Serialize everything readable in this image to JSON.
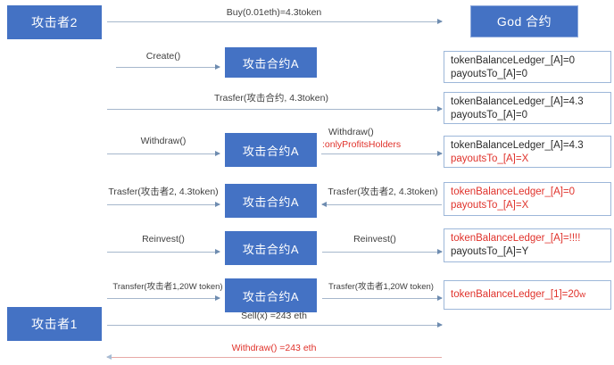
{
  "diagram": {
    "title": "God 合约 reentrancy attack sequence",
    "colors": {
      "box_fill": "#4472C4",
      "box_text": "#ffffff",
      "state_border": "#9DB7D9",
      "arrow": "#A6B7CC",
      "arrow_head": "#6E8CB0",
      "alert_text": "#E0322B"
    },
    "actors": [
      {
        "id": "attacker2",
        "label": "攻击者2"
      },
      {
        "id": "god",
        "label": "God 合约"
      },
      {
        "id": "attacker1",
        "label": "攻击者1"
      }
    ],
    "contracts": [
      {
        "id": "contractA-1",
        "label": "攻击合约A"
      },
      {
        "id": "contractA-2",
        "label": "攻击合约A"
      },
      {
        "id": "contractA-3",
        "label": "攻击合约A"
      },
      {
        "id": "contractA-4",
        "label": "攻击合约A"
      },
      {
        "id": "contractA-5",
        "label": "攻击合约A"
      },
      {
        "id": "contractA-6",
        "label": "攻击合约A"
      }
    ],
    "messages": {
      "buy": "Buy(0.01eth)=4.3token",
      "create": "Create()",
      "transfer_contract": "Trasfer(攻击合约, 4.3token)",
      "withdraw_left": "Withdraw()",
      "withdraw_right_line1": "Withdraw()",
      "withdraw_right_line2": ":onlyProfitsHolders",
      "transfer_attacker2_left": "Trasfer(攻击者2, 4.3token)",
      "transfer_attacker2_right": "Trasfer(攻击者2, 4.3token)",
      "reinvest_left": "Reinvest()",
      "reinvest_right": "Reinvest()",
      "transfer_attacker1_left": "Transfer(攻击者1,20W token)",
      "transfer_attacker1_right": "Trasfer(攻击者1,20W token)",
      "sell": "Sell(x) =243 eth",
      "withdraw_final": "Withdraw() =243 eth"
    },
    "states": [
      {
        "id": "state-1",
        "line1": "tokenBalanceLedger_[A]=0",
        "line1_alert": false,
        "line2": "payoutsTo_[A]=0",
        "line2_alert": false
      },
      {
        "id": "state-2",
        "line1": "tokenBalanceLedger_[A]=4.3",
        "line1_alert": false,
        "line2": "payoutsTo_[A]=0",
        "line2_alert": false
      },
      {
        "id": "state-3",
        "line1": "tokenBalanceLedger_[A]=4.3",
        "line1_alert": false,
        "line2": "payoutsTo_[A]=X",
        "line2_alert": true
      },
      {
        "id": "state-4",
        "line1": "tokenBalanceLedger_[A]=0",
        "line1_alert": true,
        "line2": "payoutsTo_[A]=X",
        "line2_alert": true
      },
      {
        "id": "state-5",
        "line1": "tokenBalanceLedger_[A]=!!!!",
        "line1_alert": true,
        "line2": "payoutsTo_[A]=Y",
        "line2_alert": false
      },
      {
        "id": "state-6",
        "line1": "tokenBalanceLedger_[1]=20",
        "line1_suffix": "w",
        "line1_alert": true,
        "line2": "",
        "line2_alert": false
      }
    ]
  }
}
